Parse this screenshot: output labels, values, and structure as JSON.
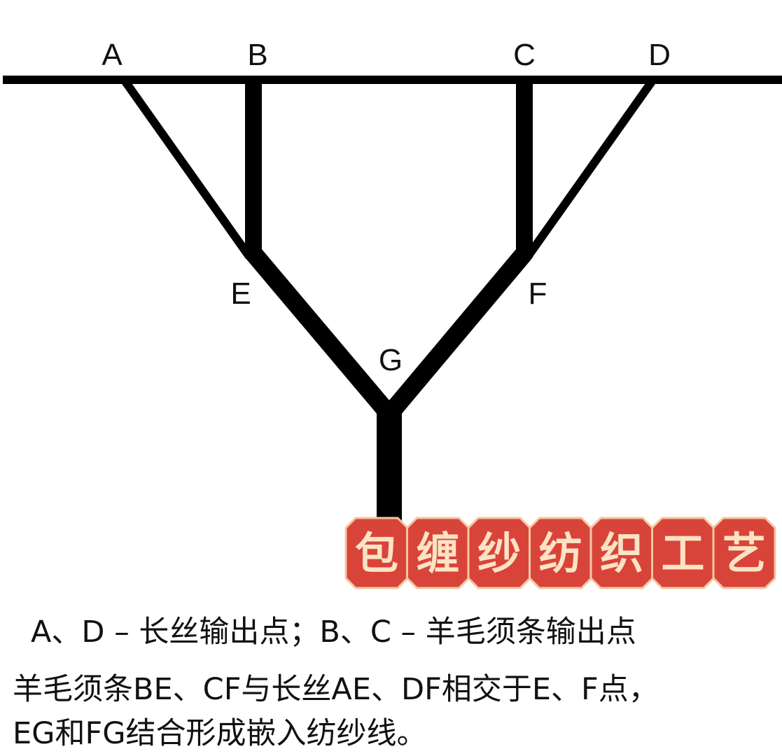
{
  "points": [
    {
      "id": "A",
      "label": "A"
    },
    {
      "id": "B",
      "label": "B"
    },
    {
      "id": "C",
      "label": "C"
    },
    {
      "id": "D",
      "label": "D"
    },
    {
      "id": "E",
      "label": "E"
    },
    {
      "id": "F",
      "label": "F"
    },
    {
      "id": "G",
      "label": "G"
    }
  ],
  "banner": {
    "chars": [
      "包",
      "缠",
      "纱",
      "纺",
      "织",
      "工",
      "艺"
    ],
    "colors": {
      "tile_fill": "#d9443a",
      "tile_border": "#f4c7a2",
      "text": "#fbe3c4"
    }
  },
  "caption": {
    "line1": "A、D – 长丝输出点；B、C – 羊毛须条输出点",
    "line2": "羊毛须条BE、CF与长丝AE、DF相交于E、F点，",
    "line3": "EG和FG结合形成嵌入纺纱线。"
  },
  "colors": {
    "line": "#000000",
    "background": "#ffffff"
  }
}
